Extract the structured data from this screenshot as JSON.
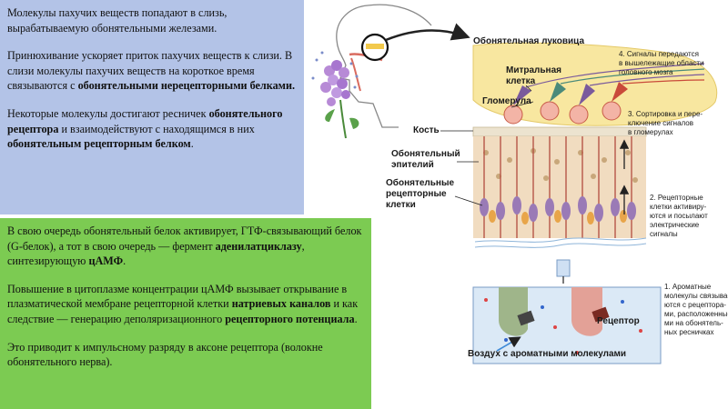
{
  "panel_top": {
    "p1": "Молекулы пахучих веществ попадают в слизь, вырабатываемую обонятельными железами.",
    "p2a": "Принюхивание ускоряет приток пахучих веществ к слизи. В слизи молекулы пахучих веществ на короткое время связываются с ",
    "p2b": "обонятельными нерецепторными белками.",
    "p3a": "Некоторые молекулы достигают ресничек ",
    "p3b": "обонятельного рецептора",
    "p3c": " и взаимодействуют с находящимся в них ",
    "p3d": "обонятельным рецепторным белком",
    "p3e": "."
  },
  "panel_bottom": {
    "p1a": "В свою очередь обонятельный белок активирует, ГТФ-связывающий белок (G-белок), а тот в свою очередь — фермент ",
    "p1b": "аденилатциклазу",
    "p1c": ", синтезирующую ",
    "p1d": "цАМФ",
    "p1e": ".",
    "p2a": "Повышение в цитоплазме концентрации цАМФ вызывает открывание в плазматической мембране рецепторной клетки ",
    "p2b": "натриевых каналов",
    "p2c": " и как следствие — генерацию деполяризационного ",
    "p2d": "рецепторного потенциала",
    "p2e": ".",
    "p3": "Это приводит к импульсному разряду в аксоне рецептора (волокне обонятельного нерва)."
  },
  "diagram": {
    "labels": {
      "bulb": "Обонятельная луковица",
      "mitral_1": "Митральная",
      "mitral_2": "клетка",
      "glomerulus": "Гломерула",
      "bone": "Кость",
      "epithelium_1": "Обонятельный",
      "epithelium_2": "эпителий",
      "receptor_cells_1": "Обонятельные",
      "receptor_cells_2": "рецепторные",
      "receptor_cells_3": "клетки",
      "receptor": "Рецептор",
      "air": "Воздух с ароматными молекулами"
    },
    "steps": {
      "s4": [
        "4. Сигналы передаются",
        "в вышележащие области",
        "головного мозга"
      ],
      "s3": [
        "3. Сортировка и пере-",
        "ключение сигналов",
        "в гломерулах"
      ],
      "s2": [
        "2. Рецепторные",
        "клетки активиру-",
        "ются и посылают",
        "электрические",
        "сигналы"
      ],
      "s1": [
        "1. Ароматные",
        "молекулы связыва-",
        "ются с рецептора-",
        "ми, расположенны-",
        "ми на обонятель-",
        "ных ресничках"
      ]
    },
    "colors": {
      "bulb": "#f8e7a0",
      "epithelium": "#f1dcc0",
      "inset_bg": "#dbe9f6",
      "axon_red": "#c94a3a",
      "cell_purple": "#9a7ab6",
      "flower": "#b78ad6"
    }
  }
}
